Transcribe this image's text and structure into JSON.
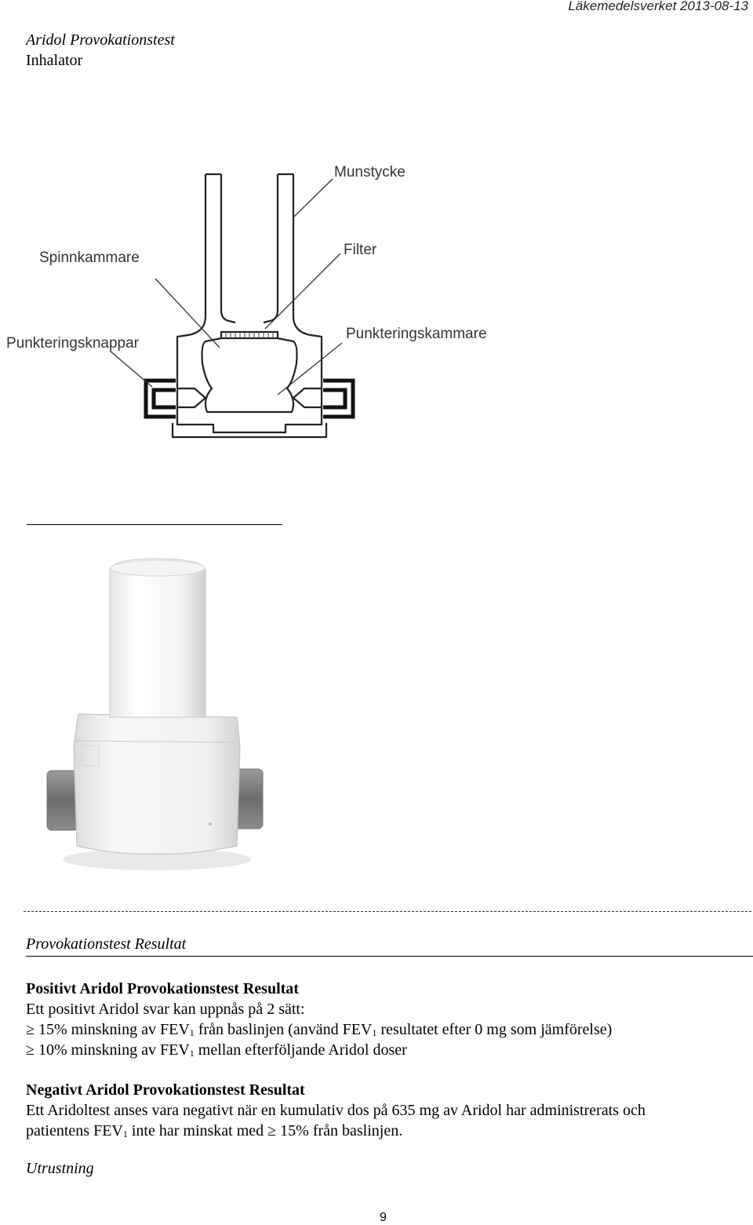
{
  "header": {
    "agency_date": "Läkemedelsverket 2013-08-13",
    "title": "Aridol Provokationstest",
    "subtitle": "Inhalator"
  },
  "diagram": {
    "labels": {
      "mouthpiece": "Munstycke",
      "filter": "Filter",
      "spin_chamber": "Spinnkammare",
      "puncture_buttons": "Punkteringsknappar",
      "puncture_chamber": "Punkteringskammare"
    }
  },
  "section": {
    "heading": "Provokationstest Resultat"
  },
  "positive": {
    "heading": "Positivt Aridol Provokationstest Resultat",
    "intro": "Ett positivt Aridol svar kan uppnås på 2 sätt:",
    "criteria": [
      {
        "symbol": "≥",
        "pre": " 15% minskning av FEV",
        "sub": "1",
        "mid": " från baslinjen (använd FEV",
        "sub2": "1",
        "post": " resultatet efter 0 mg som jämförelse)"
      },
      {
        "symbol": "≥",
        "pre": " 10% minskning av FEV",
        "sub": "1",
        "post": " mellan efterföljande Aridol doser"
      }
    ]
  },
  "negative": {
    "heading": "Negativt Aridol Provokationstest Resultat",
    "line1": "Ett Aridoltest anses vara negativt när en kumulativ dos på 635 mg av Aridol har administrerats och",
    "line2_pre": "patientens FEV",
    "line2_sub": "1",
    "line2_mid": " inte har minskat med ",
    "line2_symbol": "≥",
    "line2_post": " 15% från baslinjen."
  },
  "next_section": {
    "heading": "Utrustning"
  },
  "footer": {
    "page_number": "9"
  }
}
